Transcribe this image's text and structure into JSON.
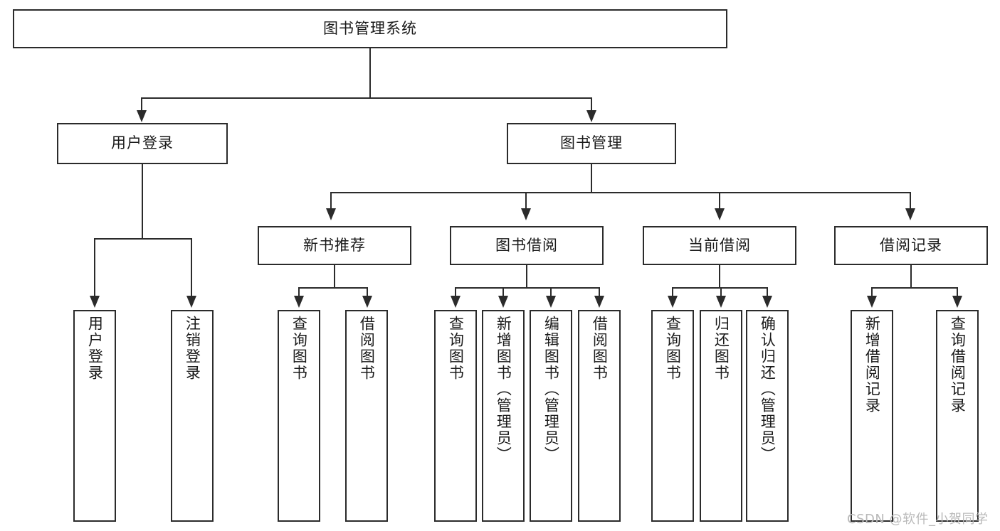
{
  "diagram": {
    "title": "图书管理系统",
    "type": "tree-hierarchy-diagram",
    "root": {
      "label": "图书管理系统"
    },
    "level2": [
      {
        "label": "用户登录"
      },
      {
        "label": "图书管理"
      }
    ],
    "level3": [
      {
        "label": "新书推荐"
      },
      {
        "label": "图书借阅"
      },
      {
        "label": "当前借阅"
      },
      {
        "label": "借阅记录"
      }
    ],
    "leaves": {
      "user_login": [
        {
          "label": "用户登录"
        },
        {
          "label": "注销登录"
        }
      ],
      "new_book_recommend": [
        {
          "label": "查询图书"
        },
        {
          "label": "借阅图书"
        }
      ],
      "book_borrow": [
        {
          "label": "查询图书"
        },
        {
          "label": "新增图书（管理员）"
        },
        {
          "label": "编辑图书（管理员）"
        },
        {
          "label": "借阅图书"
        }
      ],
      "current_borrow": [
        {
          "label": "查询图书"
        },
        {
          "label": "归还图书"
        },
        {
          "label": "确认归还（管理员）"
        }
      ],
      "borrow_records": [
        {
          "label": "新增借阅记录"
        },
        {
          "label": "查询借阅记录"
        }
      ]
    }
  },
  "watermark": {
    "text": "CSDN @软件_小贺同学"
  },
  "colors": {
    "line": "#2b2b2b",
    "box_fill": "#ffffff",
    "text": "#1a1a1a",
    "watermark": "#b9b9b9"
  }
}
